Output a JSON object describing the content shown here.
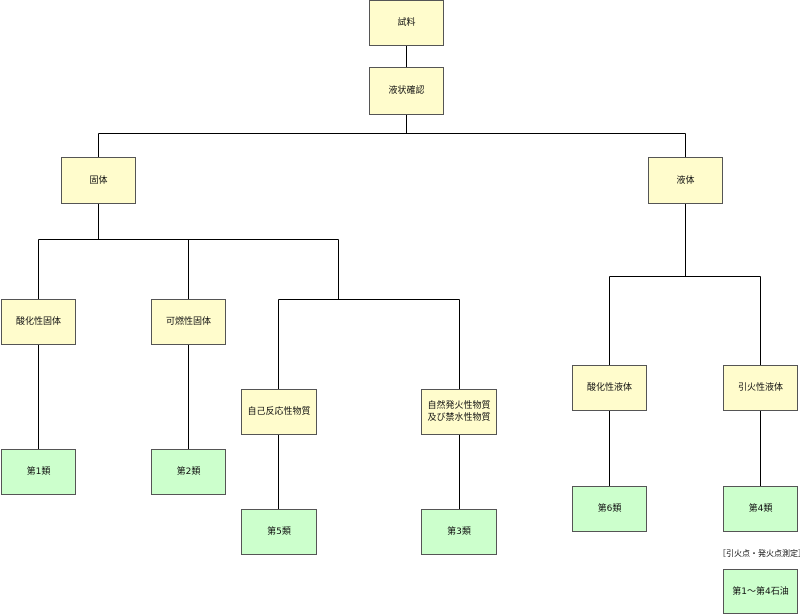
{
  "colors": {
    "category_fill": "#fffccc",
    "class_fill": "#ccffcc",
    "border": "#555555",
    "connector": "#000000"
  },
  "nodes": {
    "sample": "試料",
    "liquid_check": "液状確認",
    "solid": "固体",
    "liquid": "液体",
    "oxidizing_solid": "酸化性固体",
    "flammable_solid": "可燃性固体",
    "self_reactive": "自己反応性物質",
    "pyrophoric_water_reactive": "自然発火性物質\n及び禁水性物質",
    "oxidizing_liquid": "酸化性液体",
    "flammable_liquid": "引火性液体",
    "class1": "第1類",
    "class2": "第2類",
    "class5": "第5類",
    "class3": "第3類",
    "class6": "第6類",
    "class4": "第4類",
    "petroleum": "第1～第4石油"
  },
  "annotations": {
    "flash_point_measurement": "［引火点・発火点測定］"
  }
}
